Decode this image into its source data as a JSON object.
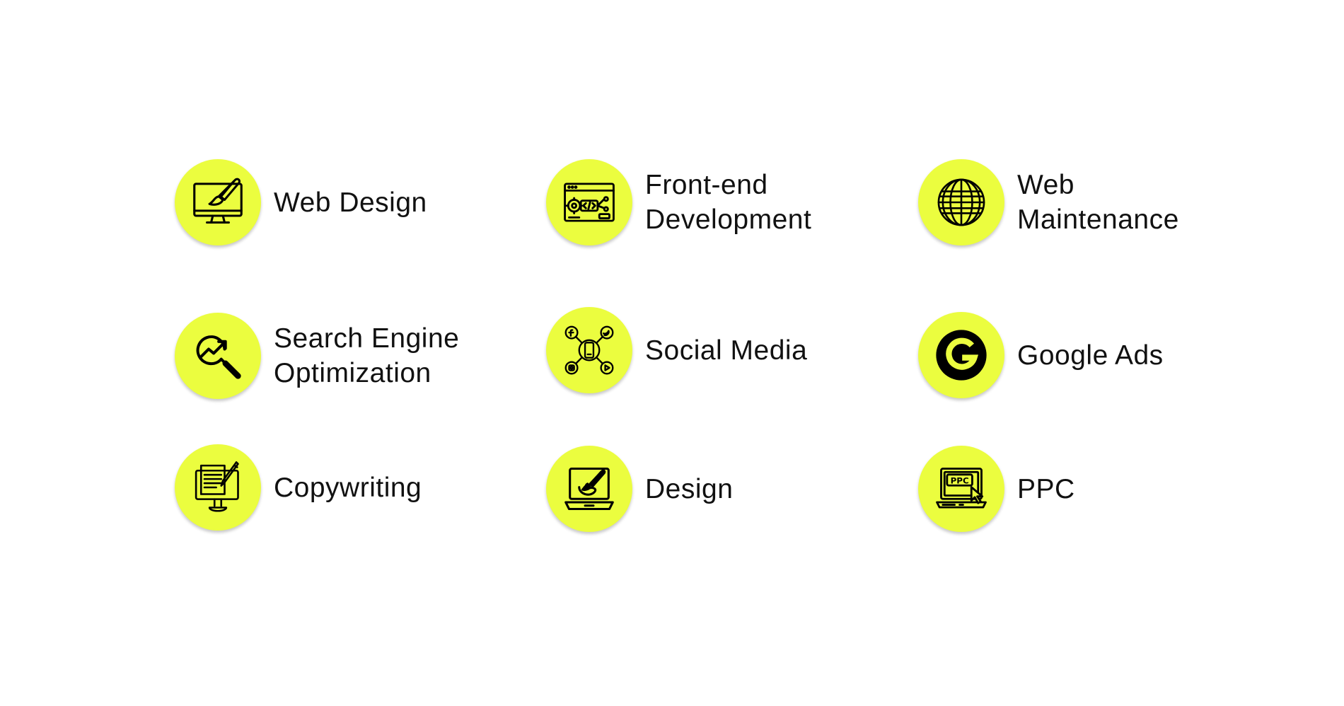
{
  "theme": {
    "badge_color": "#ebfd3f",
    "icon_color": "#000000",
    "background": "#ffffff"
  },
  "services": [
    {
      "label": "Web Design",
      "icon": "monitor-brush-icon"
    },
    {
      "label": "Front-end\nDevelopment",
      "icon": "code-window-icon"
    },
    {
      "label": "Web\nMaintenance",
      "icon": "globe-icon"
    },
    {
      "label": "Search Engine\nOptimization",
      "icon": "magnifier-growth-icon"
    },
    {
      "label": "Social Media",
      "icon": "social-network-icon"
    },
    {
      "label": "Google Ads",
      "icon": "google-g-icon"
    },
    {
      "label": "Copywriting",
      "icon": "document-pen-icon"
    },
    {
      "label": "Design",
      "icon": "laptop-palette-icon"
    },
    {
      "label": "PPC",
      "icon": "ppc-laptop-icon"
    }
  ],
  "ppc_icon_text": "PPC"
}
